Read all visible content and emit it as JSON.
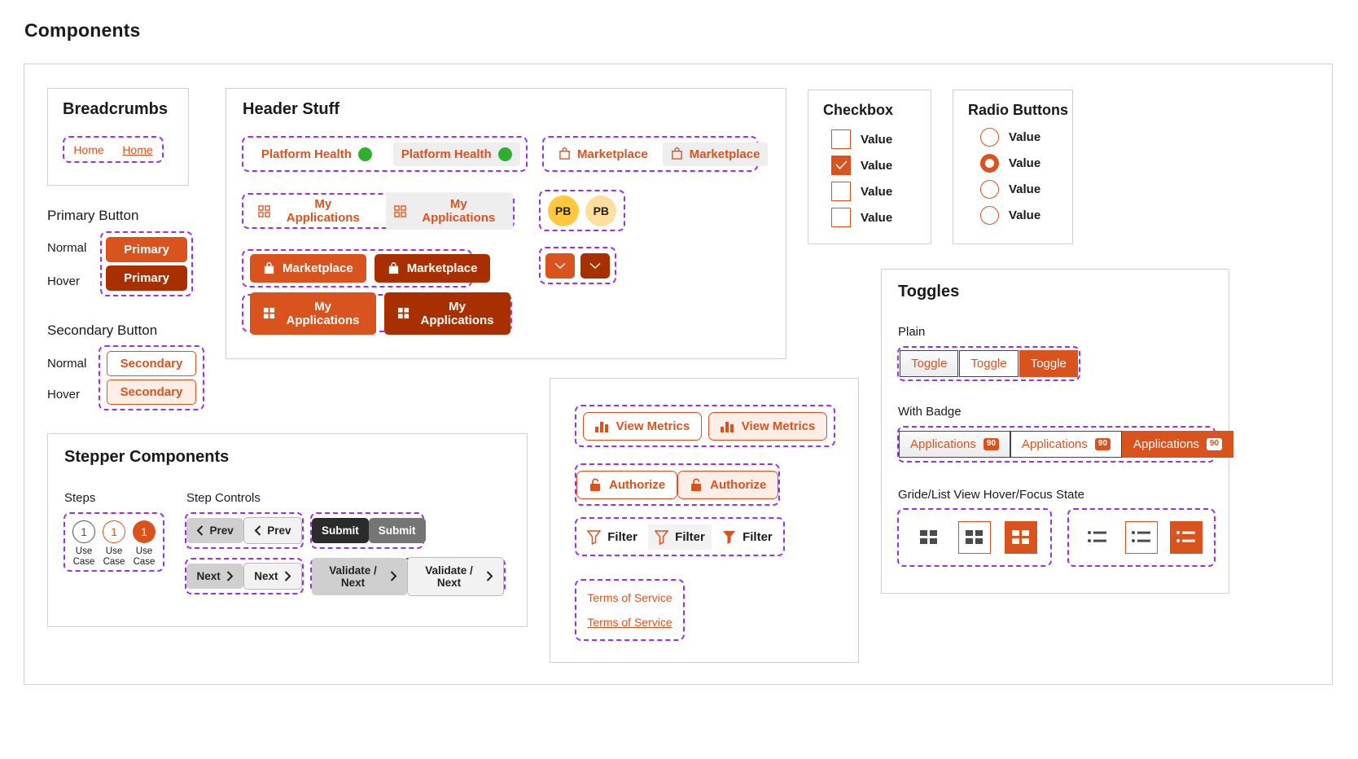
{
  "page": {
    "title": "Components"
  },
  "breadcrumbs": {
    "title": "Breadcrumbs",
    "items": [
      {
        "label": "Home"
      },
      {
        "label": "Home"
      }
    ]
  },
  "primary_button": {
    "title": "Primary Button",
    "rows": [
      {
        "state": "Normal",
        "label": "Primary"
      },
      {
        "state": "Hover",
        "label": "Primary"
      }
    ]
  },
  "secondary_button": {
    "title": "Secondary Button",
    "rows": [
      {
        "state": "Normal",
        "label": "Secondary"
      },
      {
        "state": "Hover",
        "label": "Secondary"
      }
    ]
  },
  "header_stuff": {
    "title": "Header Stuff",
    "platform_health": [
      {
        "label": "Platform Health",
        "state": "normal"
      },
      {
        "label": "Platform Health",
        "state": "hover"
      }
    ],
    "my_applications_ghost": [
      {
        "label": "My Applications",
        "state": "normal"
      },
      {
        "label": "My Applications",
        "state": "hover"
      }
    ],
    "marketplace_ghost": [
      {
        "label": "Marketplace",
        "state": "normal"
      },
      {
        "label": "Marketplace",
        "state": "hover"
      }
    ],
    "marketplace_filled": [
      {
        "label": "Marketplace",
        "state": "normal"
      },
      {
        "label": "Marketplace",
        "state": "hover"
      }
    ],
    "my_applications_filled": [
      {
        "label": "My Applications",
        "state": "normal"
      },
      {
        "label": "My Applications",
        "state": "hover"
      }
    ],
    "avatars": [
      {
        "initials": "PB",
        "tone": "solid"
      },
      {
        "initials": "PB",
        "tone": "light"
      }
    ],
    "dropdowns": [
      {
        "icon": "chevron-down-icon",
        "state": "normal"
      },
      {
        "icon": "chevron-down-icon",
        "state": "hover"
      }
    ]
  },
  "checkbox": {
    "title": "Checkbox",
    "options": [
      {
        "label": "Value",
        "checked": false
      },
      {
        "label": "Value",
        "checked": true
      },
      {
        "label": "Value",
        "checked": false
      },
      {
        "label": "Value",
        "checked": false
      }
    ]
  },
  "radio": {
    "title": "Radio Buttons",
    "options": [
      {
        "label": "Value",
        "selected": false
      },
      {
        "label": "Value",
        "selected": true
      },
      {
        "label": "Value",
        "selected": false
      },
      {
        "label": "Value",
        "selected": false
      }
    ]
  },
  "toggles": {
    "title": "Toggles",
    "plain_label": "Plain",
    "plain": [
      {
        "label": "Toggle",
        "state": "hover"
      },
      {
        "label": "Toggle",
        "state": "normal"
      },
      {
        "label": "Toggle",
        "state": "selected"
      }
    ],
    "badge_label": "With Badge",
    "badge": [
      {
        "label": "Applications",
        "badge": "90",
        "state": "hover"
      },
      {
        "label": "Applications",
        "badge": "90",
        "state": "normal"
      },
      {
        "label": "Applications",
        "badge": "90",
        "state": "selected"
      }
    ],
    "view_label": "Gride/List View Hover/Focus State",
    "grid_views": [
      {
        "icon": "grid-view-icon",
        "state": "normal"
      },
      {
        "icon": "grid-view-icon",
        "state": "hover"
      },
      {
        "icon": "grid-view-icon",
        "state": "selected"
      }
    ],
    "list_views": [
      {
        "icon": "list-view-icon",
        "state": "normal"
      },
      {
        "icon": "list-view-icon",
        "state": "hover"
      },
      {
        "icon": "list-view-icon",
        "state": "selected"
      }
    ]
  },
  "stepper": {
    "title": "Stepper Components",
    "steps_label": "Steps",
    "steps": [
      {
        "number": "1",
        "line1": "Use",
        "line2": "Case",
        "state": "inactive"
      },
      {
        "number": "1",
        "line1": "Use",
        "line2": "Case",
        "state": "active-outline"
      },
      {
        "number": "1",
        "line1": "Use",
        "line2": "Case",
        "state": "current"
      }
    ],
    "controls_label": "Step Controls",
    "prev": [
      {
        "label": "Prev",
        "state": "normal"
      },
      {
        "label": "Prev",
        "state": "hover"
      }
    ],
    "submit": [
      {
        "label": "Submit",
        "state": "normal"
      },
      {
        "label": "Submit",
        "state": "hover"
      }
    ],
    "next": [
      {
        "label": "Next",
        "state": "normal"
      },
      {
        "label": "Next",
        "state": "hover"
      }
    ],
    "validate": [
      {
        "label": "Validate / Next",
        "state": "normal"
      },
      {
        "label": "Validate / Next",
        "state": "hover"
      }
    ]
  },
  "actions": {
    "view_metrics": [
      {
        "label": "View Metrics",
        "state": "normal"
      },
      {
        "label": "View Metrics",
        "state": "hover"
      }
    ],
    "authorize": [
      {
        "label": "Authorize",
        "state": "normal"
      },
      {
        "label": "Authorize",
        "state": "hover"
      }
    ],
    "filter": [
      {
        "label": "Filter",
        "state": "normal"
      },
      {
        "label": "Filter",
        "state": "hover"
      },
      {
        "label": "Filter",
        "state": "selected"
      }
    ],
    "terms": [
      {
        "label": "Terms of Service",
        "state": "normal"
      },
      {
        "label": "Terms of Service",
        "state": "hover"
      }
    ]
  },
  "colors": {
    "primary": "#d9531e",
    "primary_hover": "#a83000",
    "health_green": "#2fae2f",
    "avatar_solid": "#ffc githubusercontent"
  }
}
